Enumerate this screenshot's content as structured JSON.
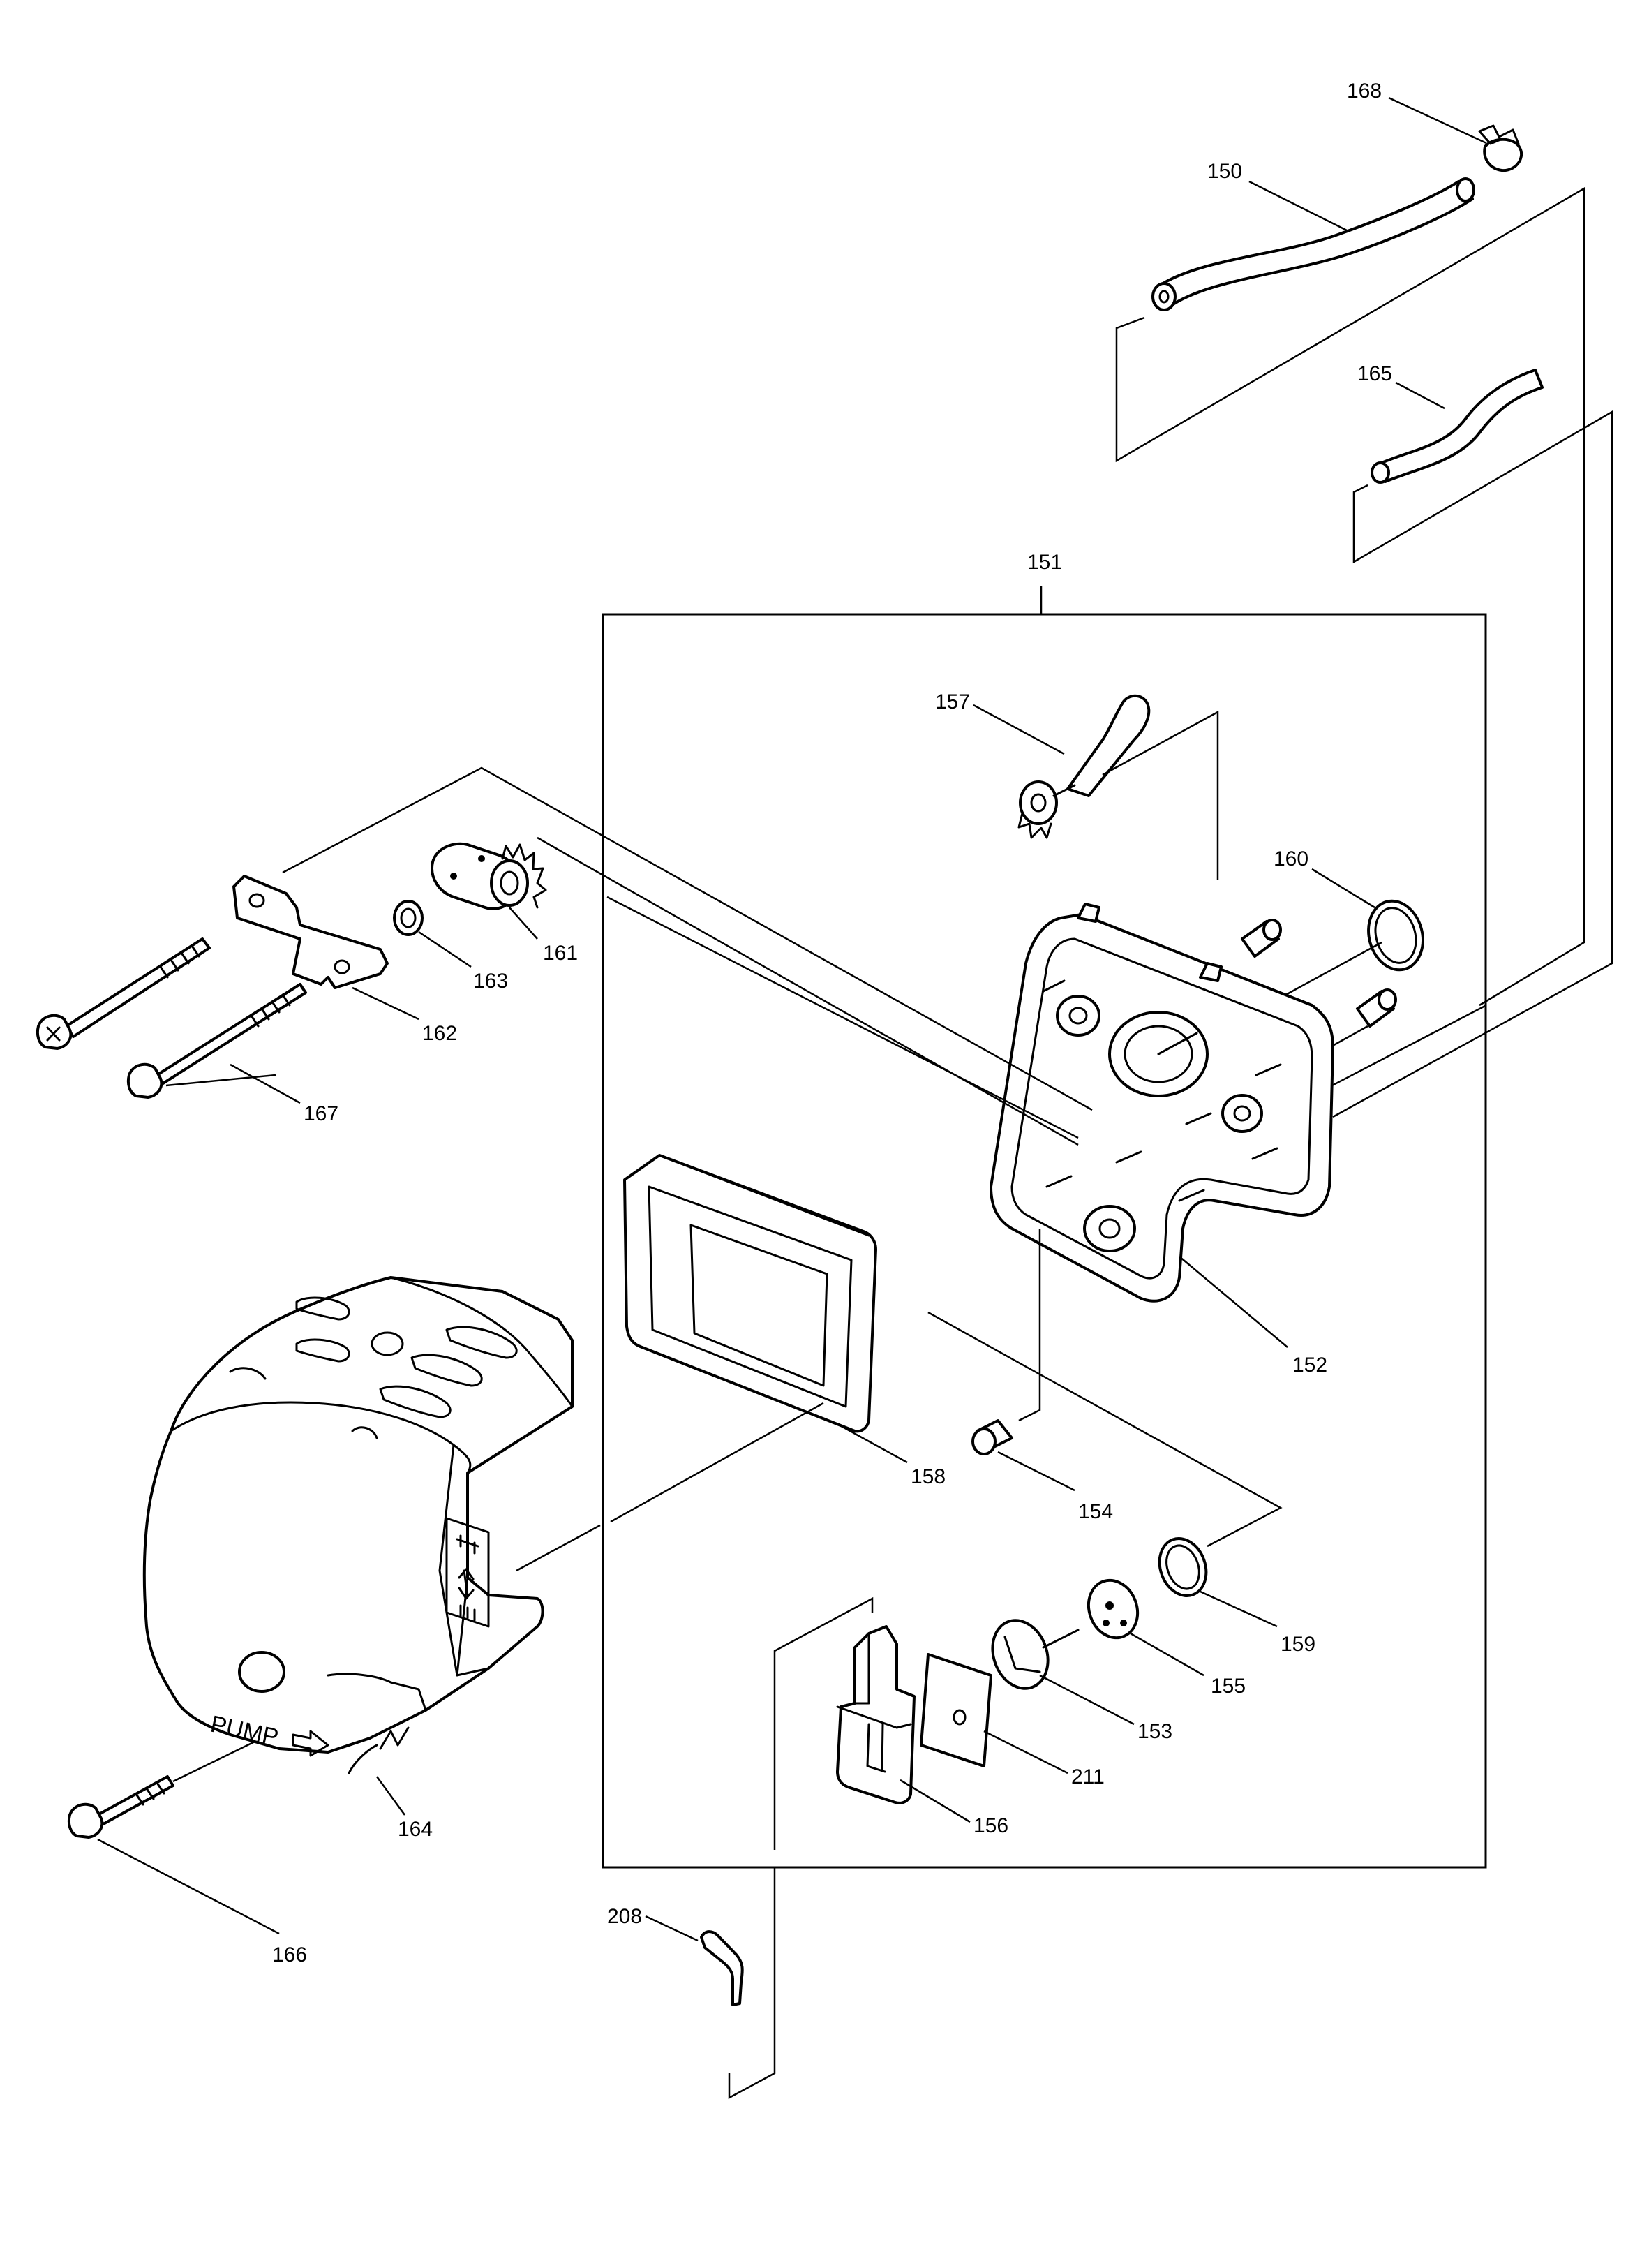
{
  "diagram": {
    "labels": {
      "p150": "150",
      "p151": "151",
      "p152": "152",
      "p153": "153",
      "p154": "154",
      "p155": "155",
      "p156": "156",
      "p157": "157",
      "p158": "158",
      "p159": "159",
      "p160": "160",
      "p161": "161",
      "p162": "162",
      "p163": "163",
      "p164": "164",
      "p165": "165",
      "p166": "166",
      "p167": "167",
      "p168": "168",
      "p208": "208",
      "p211": "211"
    },
    "cover_text": "PUMP"
  }
}
